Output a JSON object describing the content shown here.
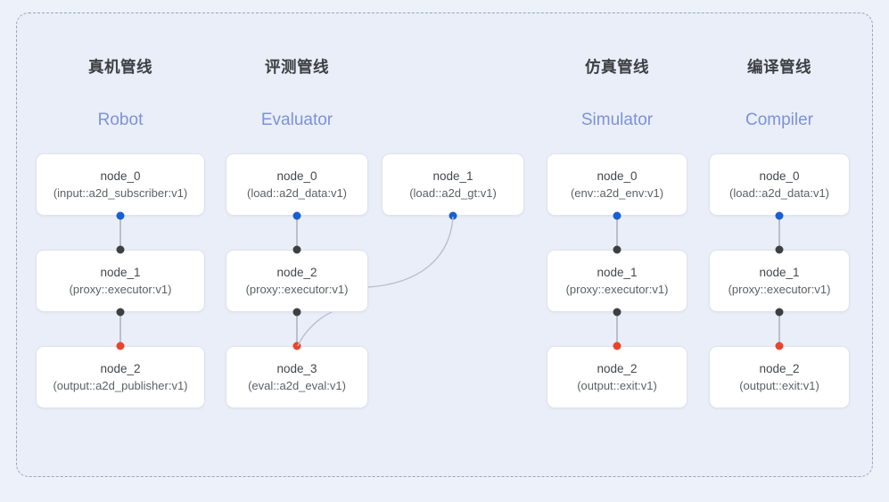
{
  "frame": {
    "style": "dashed",
    "border_color": "#9aa6b8",
    "background": "#e9eef9"
  },
  "palette": {
    "page_background": "#edf1fa",
    "panel_background": "#e9eef9",
    "node_fill": "#ffffff",
    "node_border": "#dfe3ec",
    "heading_cn_color": "#3c4043",
    "heading_en_color": "#7e92d6",
    "edge_color": "#b9bfcc",
    "dot_blue": "#1a5fd0",
    "dot_dark": "#3d4043",
    "dot_red": "#e8452c"
  },
  "columns": [
    {
      "id": "robot",
      "title_cn": "真机管线",
      "title_en": "Robot",
      "nodes": [
        {
          "name": "node_0",
          "spec": "(input::a2d_subscriber:v1)"
        },
        {
          "name": "node_1",
          "spec": "(proxy::executor:v1)"
        },
        {
          "name": "node_2",
          "spec": "(output::a2d_publisher:v1)"
        }
      ]
    },
    {
      "id": "evaluator",
      "title_cn": "评测管线",
      "title_en": "Evaluator",
      "nodes": [
        {
          "name": "node_0",
          "spec": "(load::a2d_data:v1)"
        },
        {
          "name": "node_1",
          "spec": "(load::a2d_gt:v1)"
        },
        {
          "name": "node_2",
          "spec": "(proxy::executor:v1)"
        },
        {
          "name": "node_3",
          "spec": "(eval::a2d_eval:v1)"
        }
      ]
    },
    {
      "id": "simulator",
      "title_cn": "仿真管线",
      "title_en": "Simulator",
      "nodes": [
        {
          "name": "node_0",
          "spec": "(env::a2d_env:v1)"
        },
        {
          "name": "node_1",
          "spec": "(proxy::executor:v1)"
        },
        {
          "name": "node_2",
          "spec": "(output::exit:v1)"
        }
      ]
    },
    {
      "id": "compiler",
      "title_cn": "编译管线",
      "title_en": "Compiler",
      "nodes": [
        {
          "name": "node_0",
          "spec": "(load::a2d_data:v1)"
        },
        {
          "name": "node_1",
          "spec": "(proxy::executor:v1)"
        },
        {
          "name": "node_2",
          "spec": "(output::exit:v1)"
        }
      ]
    }
  ]
}
